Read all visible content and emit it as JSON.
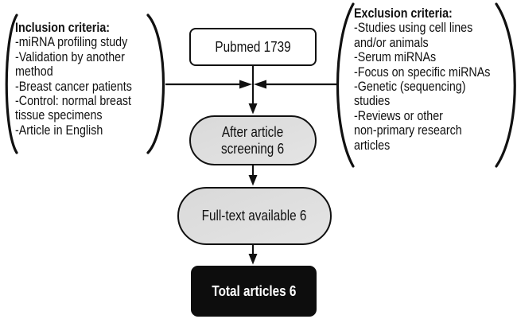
{
  "inclusion": {
    "heading": "Inclusion criteria:",
    "lines": [
      "-miRNA profiling study",
      "-Validation by another",
      "method",
      "-Breast cancer patients",
      "-Control: normal breast",
      "tissue specimens",
      "-Article in English"
    ]
  },
  "exclusion": {
    "heading": "Exclusion criteria:",
    "lines": [
      "-Studies using cell lines",
      "and/or animals",
      "-Serum miRNAs",
      "-Focus on specific miRNAs",
      "-Genetic (sequencing)",
      "studies",
      "-Reviews or other",
      "non-primary research",
      "articles"
    ]
  },
  "nodes": {
    "pubmed": {
      "label": "Pubmed 1739"
    },
    "screening": {
      "label_lines": [
        "After article",
        "screening 6"
      ]
    },
    "fulltext": {
      "label": "Full-text available 6"
    },
    "total": {
      "label": "Total articles 6"
    }
  },
  "colors": {
    "background": "#ffffff",
    "line": "#111111",
    "text": "#111111",
    "node_border": "#111111",
    "node_fill_gray": "#d9d9d9",
    "node_fill_white": "#ffffff",
    "total_fill": "#0d0d0d",
    "total_text": "#ffffff"
  }
}
